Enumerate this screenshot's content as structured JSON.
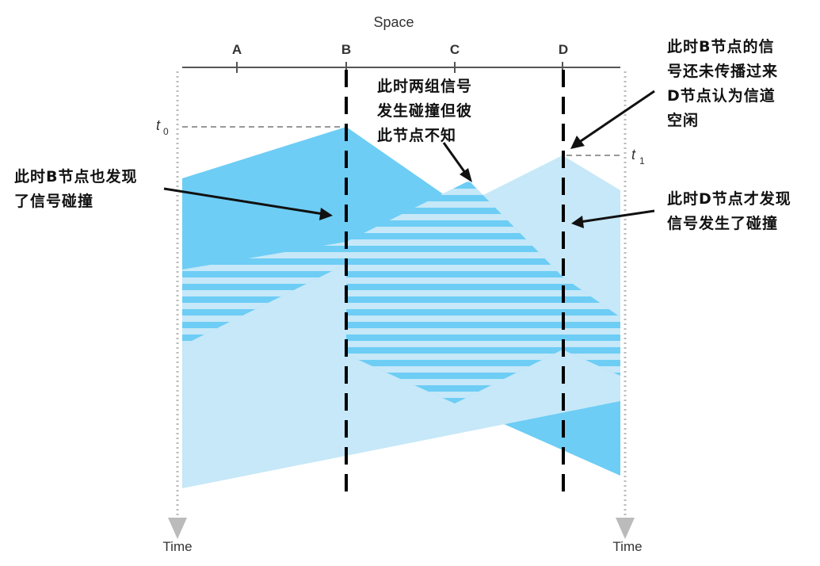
{
  "axis": {
    "space_label": "Space",
    "time_label_left": "Time",
    "time_label_right": "Time",
    "nodes": [
      "A",
      "B",
      "C",
      "D"
    ],
    "t0_label": "t",
    "t0_sub": "0",
    "t1_label": "t",
    "t1_sub": "1"
  },
  "annotations": {
    "top_center": [
      "此时两组信号",
      "发生碰撞但彼",
      "此节点不知"
    ],
    "top_right": [
      "此时B节点的信",
      "号还未传播过来",
      "D节点认为信道",
      "空闲"
    ],
    "left": [
      "此时B节点也发现",
      "了信号碰撞"
    ],
    "right": [
      "此时D节点才发现",
      "信号发生了碰撞"
    ]
  },
  "colors": {
    "dark_blue": "#6dcdf5",
    "light_blue": "#c6e8f8",
    "axis": "#555555",
    "dashed_vertical": "#000000",
    "dotted_time": "#bbbbbb"
  }
}
